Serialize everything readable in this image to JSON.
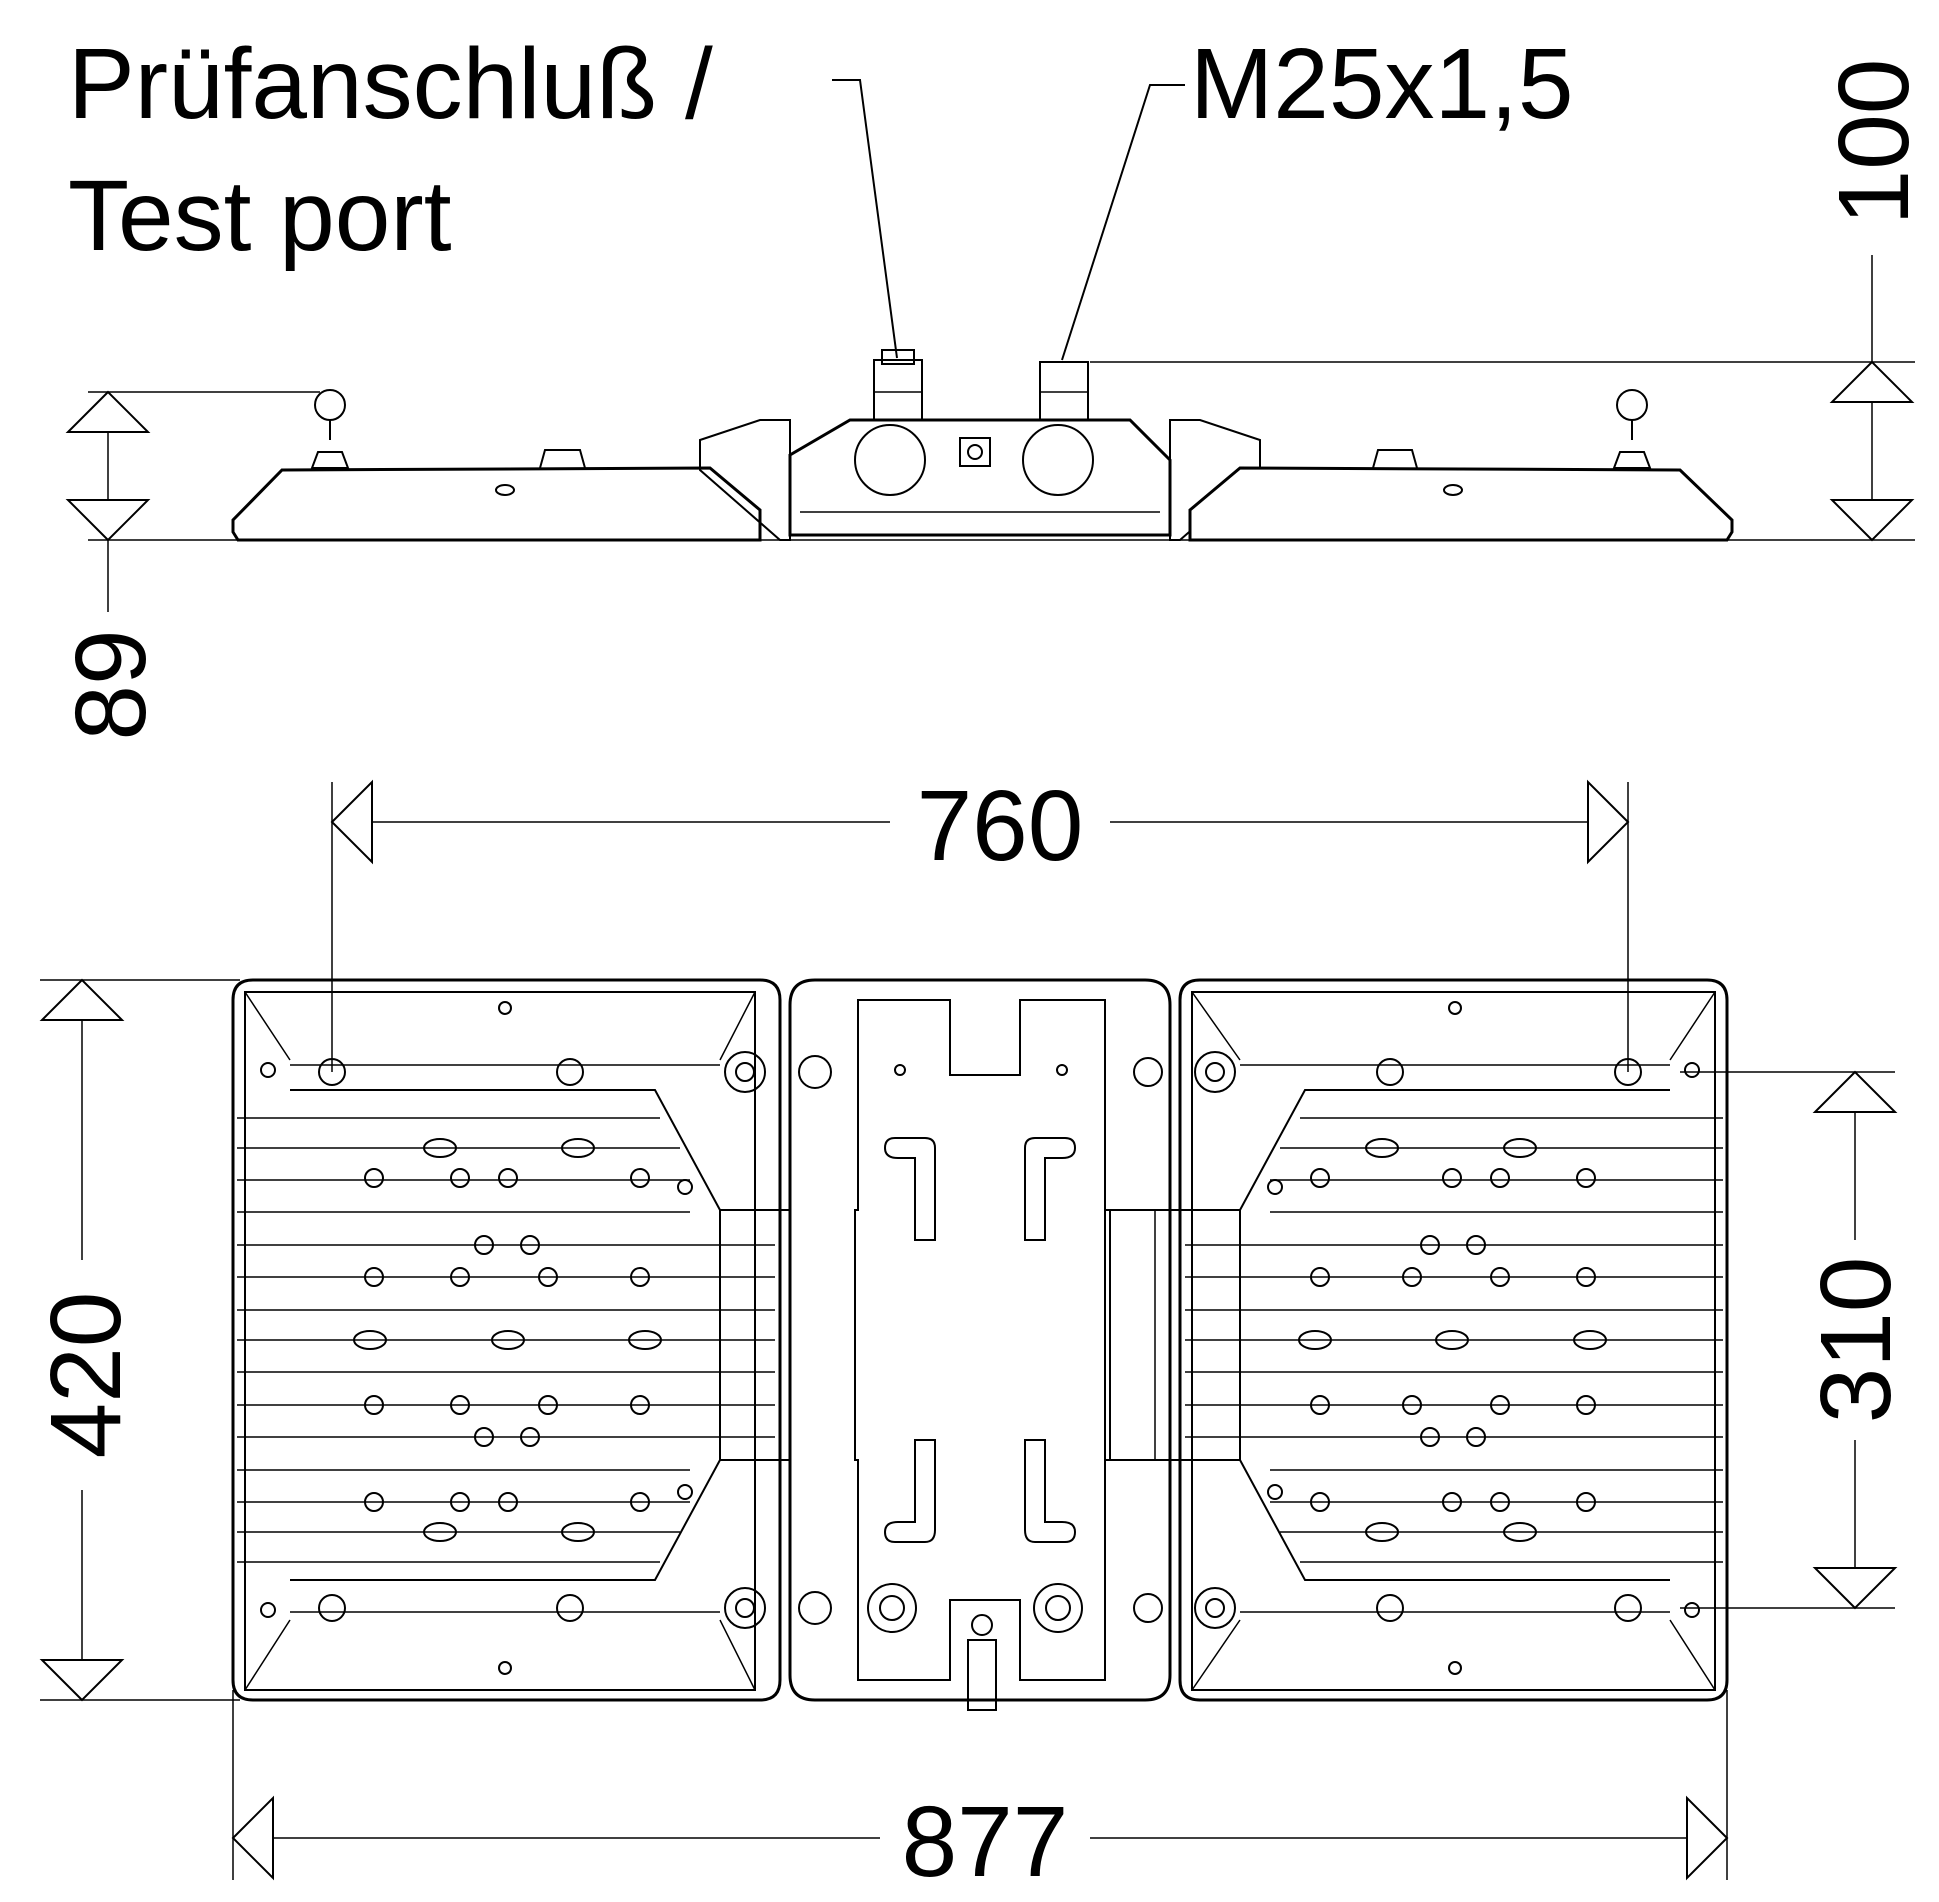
{
  "labels": {
    "test_port_line1": "Prüfanschluß /",
    "test_port_line2": "Test port",
    "thread": "M25x1,5"
  },
  "dimensions": {
    "height_side_left": "89",
    "height_side_right": "100",
    "mount_spacing": "760",
    "overall_depth": "420",
    "mount_depth": "310",
    "overall_width": "877"
  }
}
